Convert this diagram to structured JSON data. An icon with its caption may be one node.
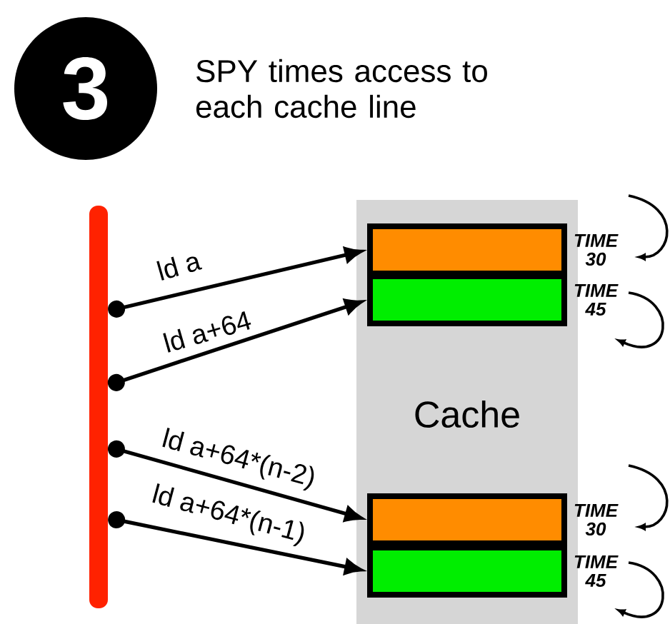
{
  "diagram": {
    "title": "SPY times access to each cache line",
    "nodes": [
      {
        "text": [
          "3"
        ]
      },
      {
        "text": [],
        "shape": "bar"
      },
      {
        "text": [
          "Cache"
        ]
      },
      {
        "text": [],
        "shape": "box",
        "in": 2,
        "beside": [
          "TIME 30"
        ]
      },
      {
        "text": [],
        "shape": "box",
        "in": 2,
        "beside": [
          "TIME 45"
        ]
      },
      {
        "text": [],
        "shape": "box",
        "in": 2,
        "beside": [
          "TIME 30"
        ]
      },
      {
        "text": [],
        "shape": "box",
        "in": 2,
        "beside": [
          "TIME 45"
        ]
      }
    ],
    "edges": [
      {
        "from": 1,
        "to": 3,
        "arrow": "to",
        "label": "ld a"
      },
      {
        "from": 1,
        "to": 4,
        "arrow": "to",
        "label": "ld a+64"
      },
      {
        "from": 1,
        "to": 5,
        "arrow": "to",
        "label": "ld a+64*(n-2)"
      },
      {
        "from": 1,
        "to": 6,
        "arrow": "to",
        "label": "ld a+64*(n-1)"
      }
    ]
  }
}
